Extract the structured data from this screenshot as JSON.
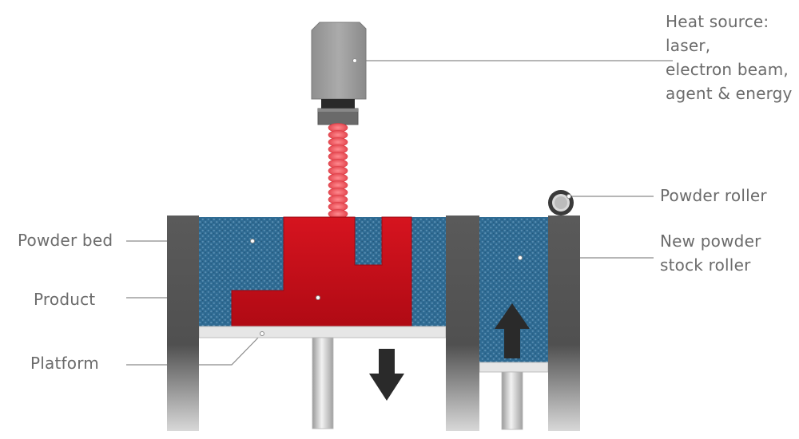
{
  "labels": {
    "heat_source": [
      "Heat source:",
      "laser,",
      "electron beam,",
      "agent & energy"
    ],
    "powder_roller": "Powder roller",
    "new_powder": [
      "New powder",
      "stock roller"
    ],
    "powder_bed": "Powder bed",
    "product": "Product",
    "platform": "Platform"
  },
  "colors": {
    "powder": "#2f6b93",
    "product": "#c8101a",
    "beam": "#e8474f",
    "wall": "#505050",
    "platform": "#e4e4e4",
    "leader": "#8a8a8a",
    "text": "#6b6b6b",
    "arrow": "#2a2a2a"
  },
  "icons": {
    "build_platform_motion": "arrow-down-icon",
    "stock_platform_motion": "arrow-up-icon"
  }
}
